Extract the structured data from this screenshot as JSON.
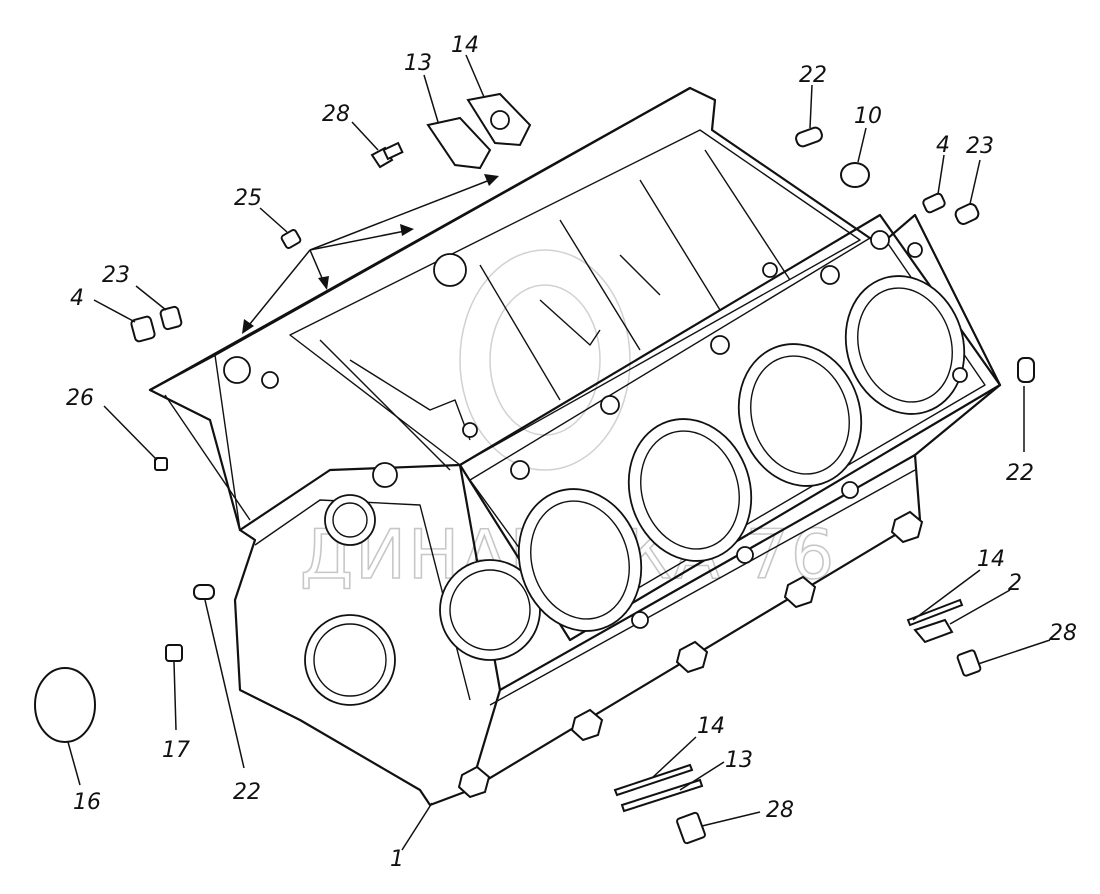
{
  "watermark": {
    "text": "ДИНАМИКА 76"
  },
  "callouts": [
    {
      "id": "c28a",
      "label": "28"
    },
    {
      "id": "c13a",
      "label": "13"
    },
    {
      "id": "c14a",
      "label": "14"
    },
    {
      "id": "c22a",
      "label": "22"
    },
    {
      "id": "c10",
      "label": "10"
    },
    {
      "id": "c4a",
      "label": "4"
    },
    {
      "id": "c23a",
      "label": "23"
    },
    {
      "id": "c25",
      "label": "25"
    },
    {
      "id": "c23b",
      "label": "23"
    },
    {
      "id": "c4b",
      "label": "4"
    },
    {
      "id": "c26",
      "label": "26"
    },
    {
      "id": "c22b",
      "label": "22"
    },
    {
      "id": "c14b",
      "label": "14"
    },
    {
      "id": "c2",
      "label": "2"
    },
    {
      "id": "c28b",
      "label": "28"
    },
    {
      "id": "c14c",
      "label": "14"
    },
    {
      "id": "c13b",
      "label": "13"
    },
    {
      "id": "c28c",
      "label": "28"
    },
    {
      "id": "c16",
      "label": "16"
    },
    {
      "id": "c17",
      "label": "17"
    },
    {
      "id": "c22c",
      "label": "22"
    },
    {
      "id": "c1",
      "label": "1"
    }
  ]
}
